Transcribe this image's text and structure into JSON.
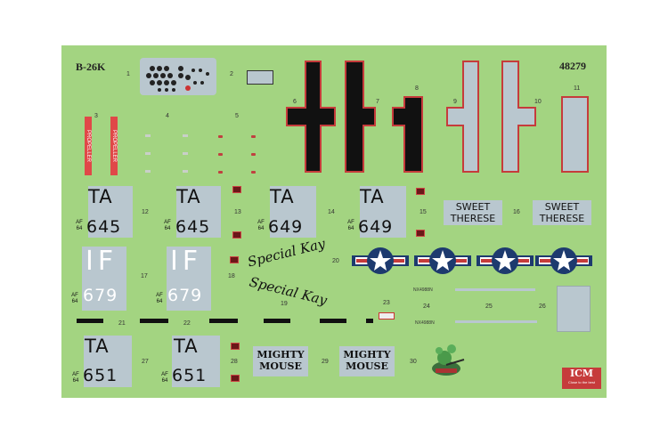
{
  "sheet": {
    "aircraft_code": "B-26K",
    "kit_number": "48279",
    "numbers": [
      "1",
      "2",
      "3",
      "4",
      "5",
      "6",
      "7",
      "8",
      "9",
      "10",
      "11",
      "12",
      "13",
      "14",
      "15",
      "16",
      "17",
      "18",
      "19",
      "20",
      "21",
      "22",
      "23",
      "24",
      "25",
      "26",
      "27",
      "28",
      "29",
      "30"
    ],
    "propeller_label": "PROPELLER",
    "tail_codes": {
      "d12": {
        "letters": "TA",
        "af": "AF",
        "year": "64",
        "number": "645"
      },
      "d13": {
        "letters": "TA",
        "af": "AF",
        "year": "64",
        "number": "645"
      },
      "d14": {
        "letters": "TA",
        "af": "AF",
        "year": "64",
        "number": "649"
      },
      "d15": {
        "letters": "TA",
        "af": "AF",
        "year": "64",
        "number": "649"
      },
      "d27": {
        "letters": "TA",
        "af": "AF",
        "year": "64",
        "number": "651"
      },
      "d28": {
        "letters": "TA",
        "af": "AF",
        "year": "64",
        "number": "651"
      }
    },
    "if_codes": {
      "d17": {
        "letters": "IF",
        "af": "AF",
        "year": "64",
        "number": "679"
      },
      "d18": {
        "letters": "IF",
        "af": "AF",
        "year": "64",
        "number": "679"
      }
    },
    "sweet_therese": {
      "line1": "SWEET",
      "line2": "THERESE"
    },
    "special_kay": "Special Kay",
    "mighty_mouse": {
      "line1": "MIGHTY",
      "line2": "MOUSE"
    },
    "registration": "NX4988N",
    "logo": {
      "brand": "ICM",
      "tagline": "Close to the best"
    },
    "colors": {
      "sheet": "#a3d481",
      "panel": "#b9c7cf",
      "red": "#c63b3b",
      "black": "#111111",
      "roundel": "#1d3a6e"
    }
  }
}
